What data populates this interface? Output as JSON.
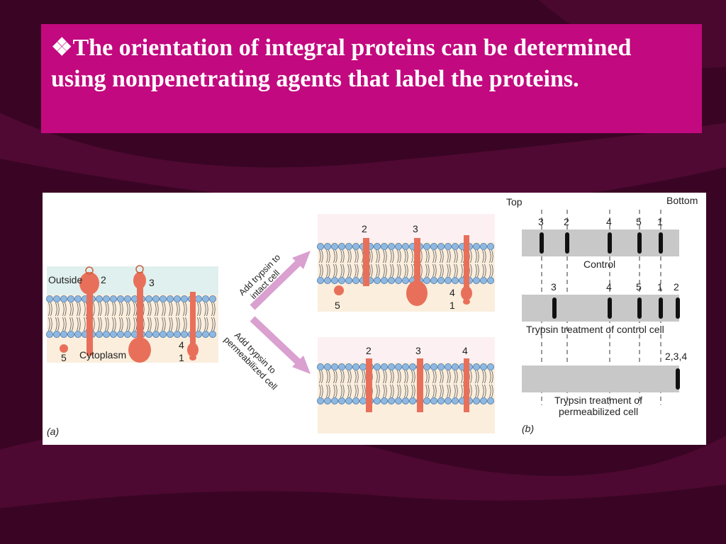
{
  "slide": {
    "bullet": "❖",
    "title": "The orientation of integral proteins can be determined using nonpenetrating agents that label the proteins."
  },
  "figure": {
    "panel_a": {
      "label": "(a)",
      "outside": "Outside",
      "cytoplasm": "Cytoplasm",
      "arrow_top": [
        "Add trypsin to",
        "intact cell"
      ],
      "arrow_bottom": [
        "Add trypsin to",
        "permeabilized cell"
      ],
      "left_numbers": [
        "2",
        "3",
        "4",
        "1",
        "5"
      ],
      "top_right_numbers": [
        "2",
        "3",
        "4",
        "1",
        "5"
      ],
      "bottom_right_numbers": [
        "2",
        "3",
        "4"
      ]
    },
    "panel_b": {
      "label": "(b)",
      "top": "Top",
      "bottom": "Bottom",
      "control_numbers": [
        "3",
        "2",
        "4",
        "5",
        "1"
      ],
      "control_label": "Control",
      "trypsin_numbers": [
        "3",
        "4",
        "5",
        "1",
        "2"
      ],
      "trypsin_label": "Trypsin treatment of control cell",
      "perm_number": "2,3,4",
      "perm_label": [
        "Trypsin treatment of",
        "permeabilized cell"
      ]
    }
  },
  "colors": {
    "background": "#3a0524",
    "title_box": "#c2097f",
    "protein": "#e8705a",
    "lipid_head": "#8fb8e0",
    "arrow": "#d9a0d0"
  }
}
